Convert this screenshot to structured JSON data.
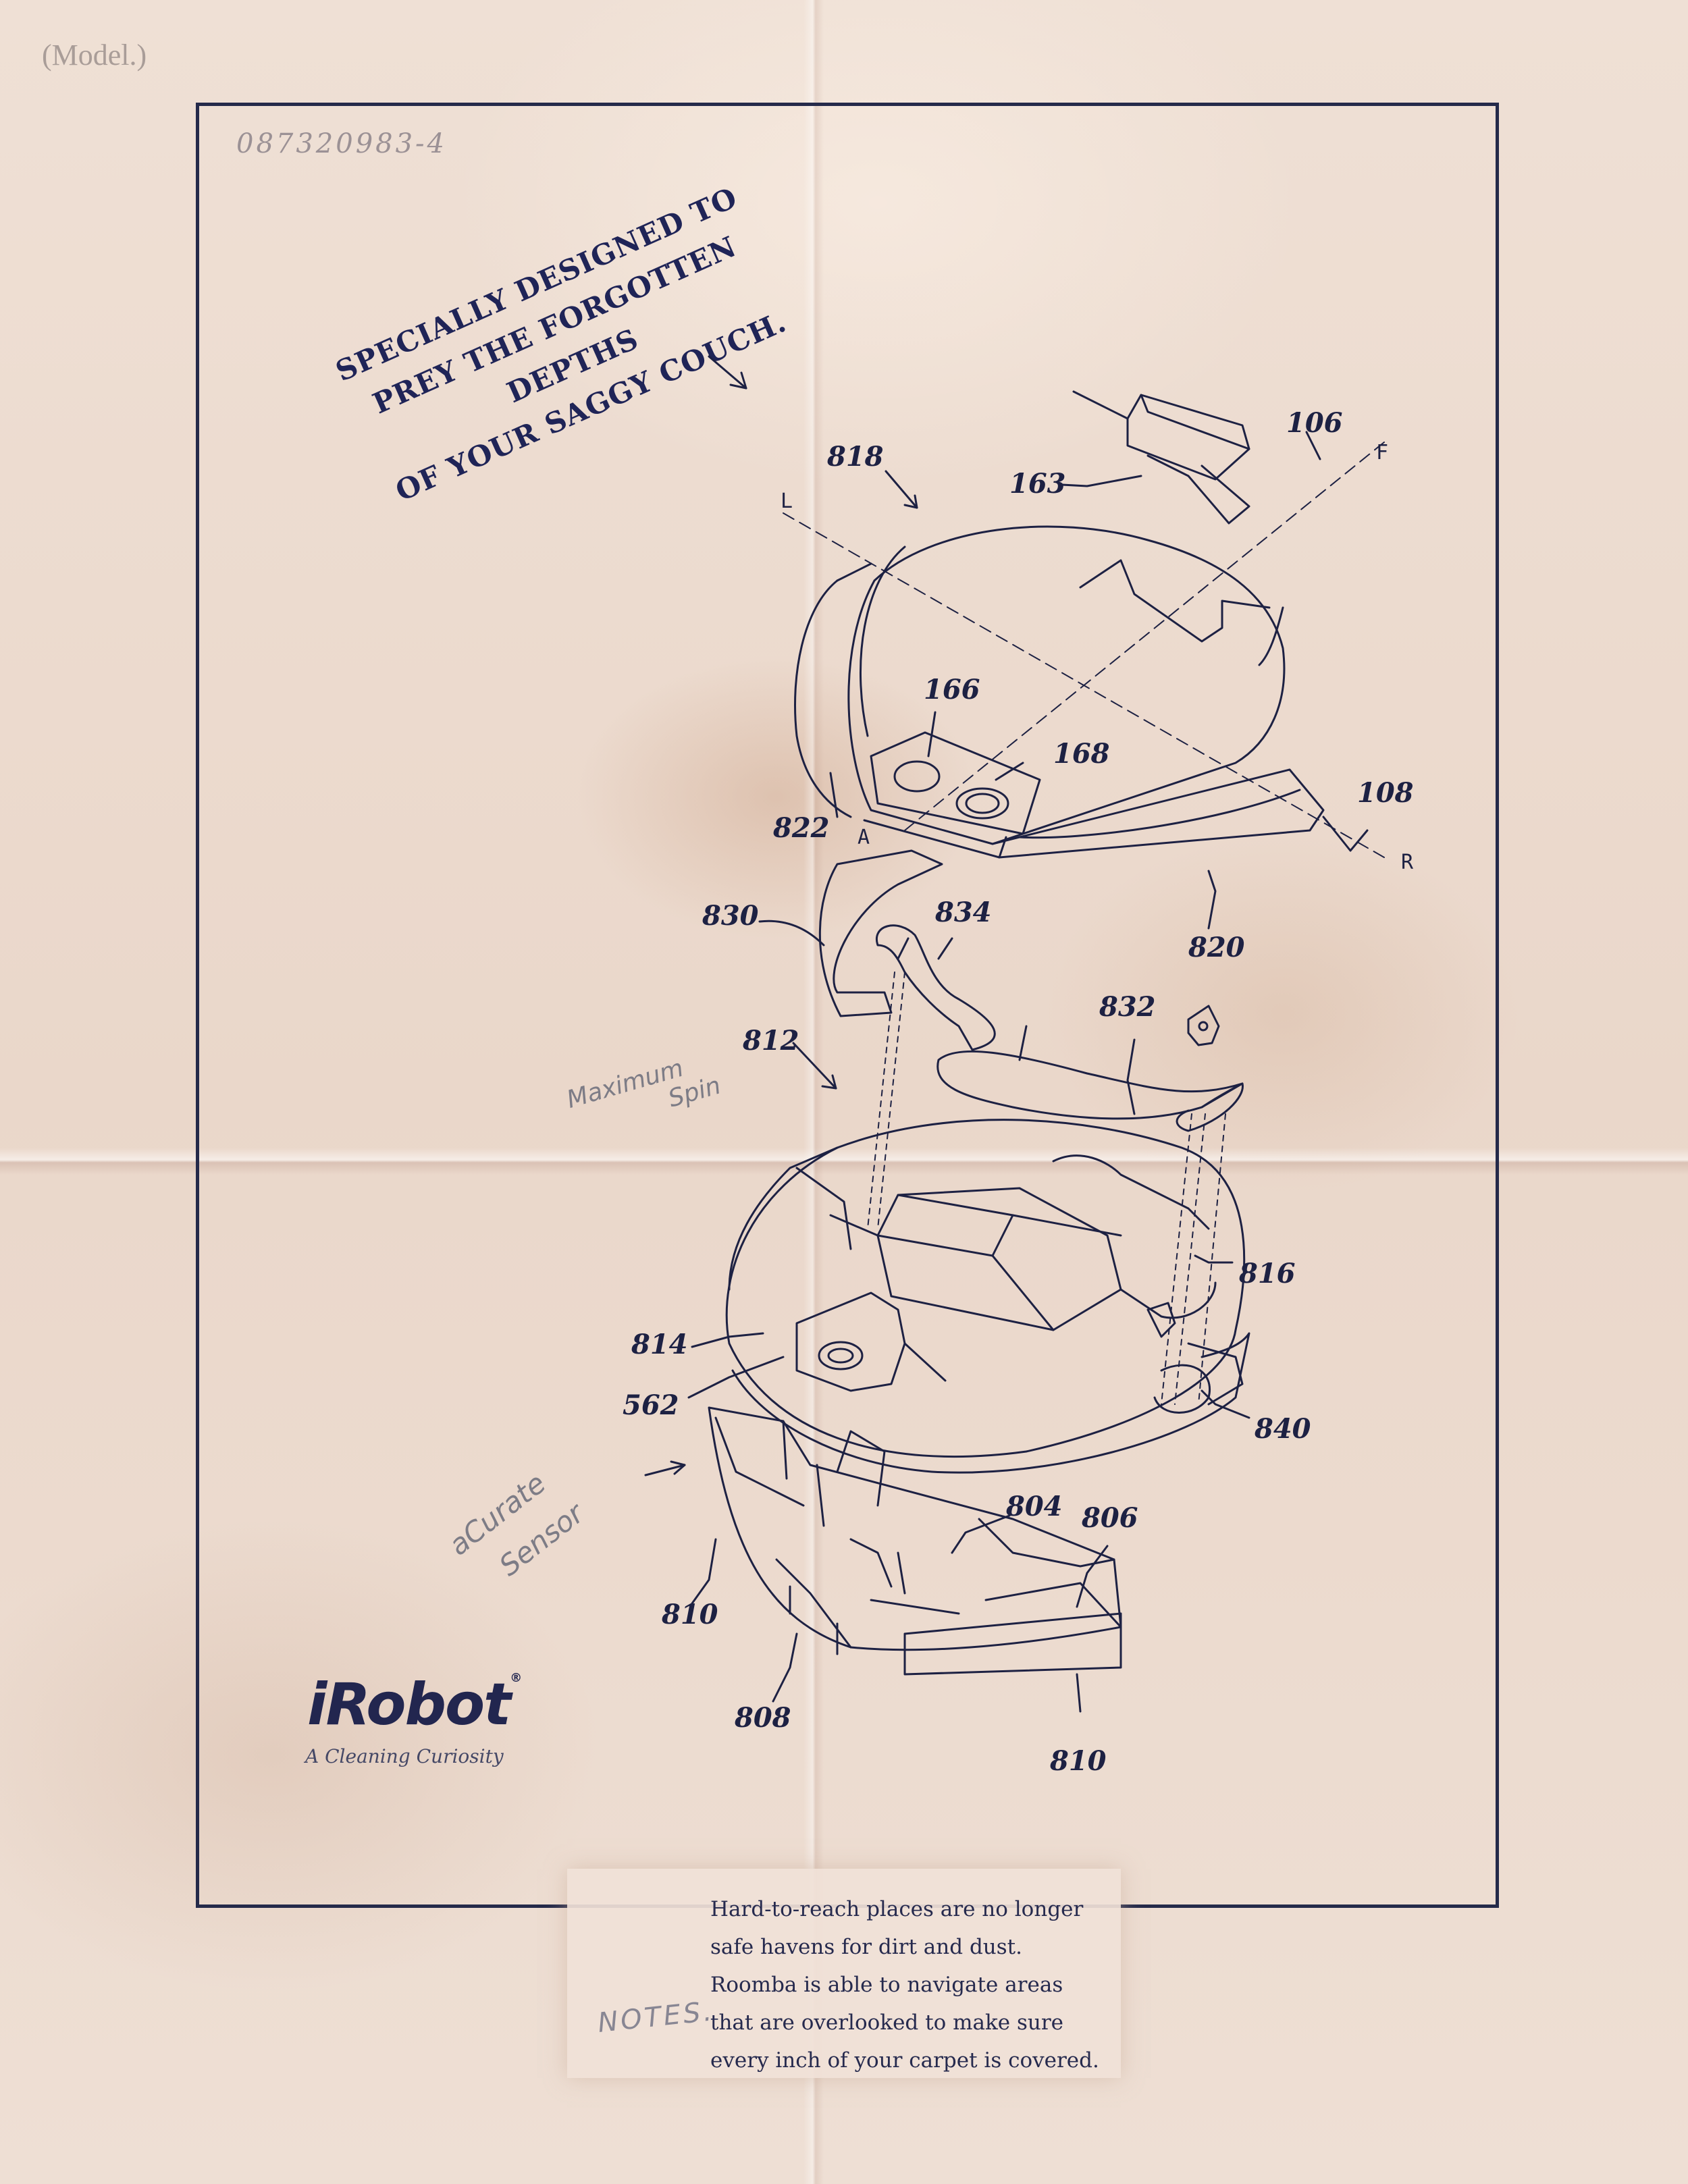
{
  "model_label": "(Model.)",
  "serial_number": "087320983-4",
  "headline": {
    "lines": [
      "SPECIALLY DESIGNED TO",
      "PREY THE FORGOTTEN DEPTHS",
      "OF YOUR SAGGY COUCH."
    ]
  },
  "callouts": {
    "n106": "106",
    "n163": "163",
    "n818": "818",
    "n166": "166",
    "n168": "168",
    "n108": "108",
    "n822": "822",
    "n820": "820",
    "n830": "830",
    "n834": "834",
    "n832": "832",
    "n812": "812",
    "n816": "816",
    "n814": "814",
    "n562": "562",
    "n840": "840",
    "n804": "804",
    "n806": "806",
    "n810a": "810",
    "n808": "808",
    "n810b": "810"
  },
  "axis_letters": {
    "L": "L",
    "F": "F",
    "A": "A",
    "R": "R"
  },
  "handwritten": {
    "maximum_spin": [
      "Maximum",
      "Spin"
    ],
    "acurate_sensor": [
      "aCurate",
      "Sensor"
    ]
  },
  "brand": {
    "logo": "iRobot",
    "tagline": "A Cleaning Curiosity",
    "colors": {
      "ink": "#22264f",
      "paper": "#eddcd0"
    }
  },
  "notes": {
    "label": "NOTES.",
    "lines": [
      "Hard-to-reach places are no longer",
      "safe havens for dirt and dust.",
      "Roomba is able to navigate areas",
      "that are overlooked to make sure",
      "every inch of your carpet is covered."
    ]
  }
}
